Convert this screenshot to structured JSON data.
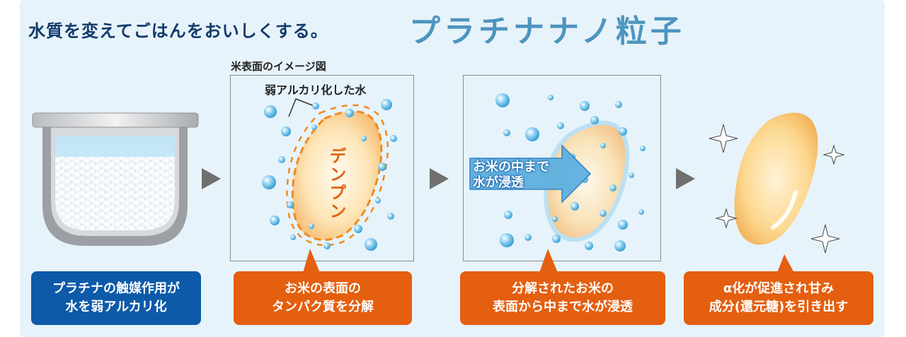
{
  "header": {
    "tagline": "水質を変えてごはんをおいしくする。",
    "product": "プラチナナノ粒子"
  },
  "stage2": {
    "caption": "米表面のイメージ図",
    "water_label": "弱アルカリ化した水",
    "starch_label": "デンプン"
  },
  "stage3": {
    "flow_line1": "お米の中まで",
    "flow_line2": "水が浸透"
  },
  "steps": [
    {
      "line1": "プラチナの触媒作用が",
      "line2": "水を弱アルカリ化"
    },
    {
      "line1": "お米の表面の",
      "line2": "タンパク質を分解"
    },
    {
      "line1": "分解されたお米の",
      "line2": "表面から中まで水が浸透"
    },
    {
      "line1": "α化が促進され甘み",
      "line2": "成分(還元糖)を引き出す"
    }
  ],
  "colors": {
    "panel_bg": "#e7f3fa",
    "title_navy": "#123a6a",
    "title_blue": "#4d95bf",
    "step1_label": "#0d5aa8",
    "step_label_orange": "#e45f10",
    "arrow_gray": "#6f6f6f"
  }
}
